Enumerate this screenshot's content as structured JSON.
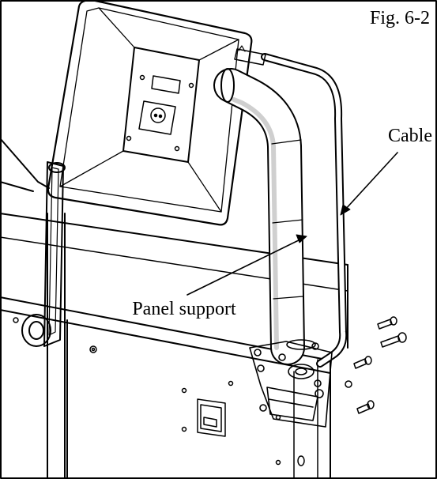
{
  "figure": {
    "fig_label": "Fig. 6-2",
    "callouts": {
      "cable": "Cable",
      "panel_support": "Panel support"
    }
  },
  "colors": {
    "line": "#000000",
    "background": "#ffffff",
    "shade": "#cfcfcf"
  }
}
